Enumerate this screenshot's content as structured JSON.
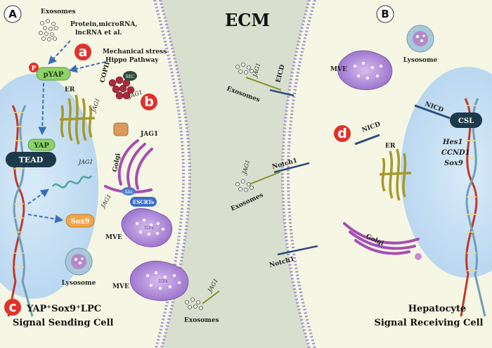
{
  "figure": {
    "panels": {
      "a_left": "A",
      "b_right": "B"
    },
    "ecm": "ECM",
    "steps": {
      "a": "a",
      "b": "b",
      "c": "c",
      "d": "d"
    },
    "left_cell": {
      "exosomes_top": "Exosomes",
      "cargo": [
        "Protein,microRNA,",
        "lncRNA et al."
      ],
      "stimulus": [
        "Mechanical stress",
        "Hippo Pathway"
      ],
      "p_label": "P",
      "pyap": "pYAP",
      "yap": "YAP",
      "tead": "TEAD",
      "jag1_gene": "JAG1",
      "er": "ER",
      "copii": "COPII",
      "vesicle_jag1": "JAG1",
      "sec": "SEC",
      "er_jag1": "JAG1",
      "golgi": "Golgi",
      "golgi_jag1": "JAG1",
      "alix": "Alix",
      "escrts": "ESCRTs",
      "mve_jag1": "JAG1",
      "sox9": "Sox9",
      "mve": "MVE",
      "ilvs": "ILVs",
      "lysosome": "Lysosome",
      "mve_bottom": "MVE",
      "ilvs_bottom": "ILVs",
      "jag1_bottom": "JAG1",
      "exosomes_bottom": "Exosomes",
      "cell_title_line1": "YAP⁺Sox9⁺LPC",
      "cell_title_line2": "Signal Sending Cell"
    },
    "ecm_area": {
      "jag1_top": "JAG1",
      "eicd": "EICD",
      "exosomes_top": "Exosomes",
      "jag1_mid": "JAG1",
      "notch1_mid": "Notch1",
      "exosomes_mid": "Exosomes",
      "notch1_bottom": "Notch1"
    },
    "right_cell": {
      "lysosome": "Lysosome",
      "mve": "MVE",
      "nicd_mid": "NICD",
      "nicd_top": "NICD",
      "csl": "CSL",
      "genes": [
        "Hes1",
        "CCND1",
        "Sox9"
      ],
      "er": "ER",
      "golgi": "Golgi",
      "cell_title_line1": "Hepatocyte",
      "cell_title_line2": "Signal Receiving Cell"
    }
  }
}
